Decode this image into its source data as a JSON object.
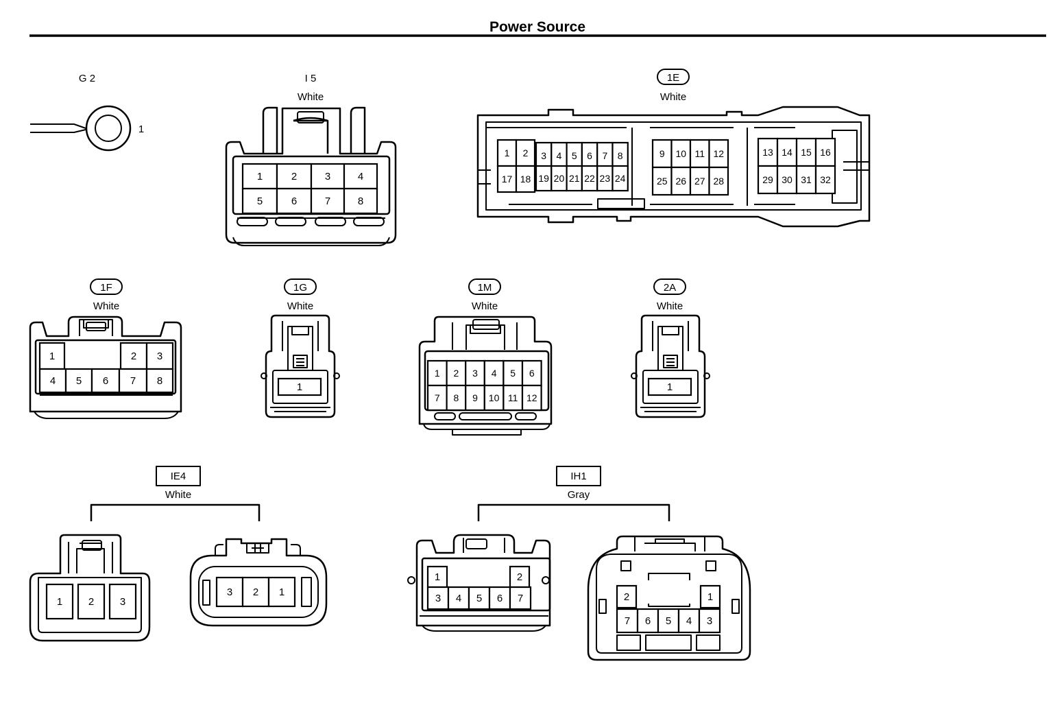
{
  "header": {
    "title": "Power Source"
  },
  "connectors": {
    "g2": {
      "code": "G 2",
      "pin_label": "1"
    },
    "i5": {
      "code": "I 5",
      "color": "White",
      "pins": [
        "1",
        "2",
        "3",
        "4",
        "5",
        "6",
        "7",
        "8"
      ]
    },
    "c1e": {
      "code": "1E",
      "color": "White",
      "pins": [
        "1",
        "2",
        "3",
        "4",
        "5",
        "6",
        "7",
        "8",
        "9",
        "10",
        "11",
        "12",
        "13",
        "14",
        "15",
        "16",
        "17",
        "18",
        "19",
        "20",
        "21",
        "22",
        "23",
        "24",
        "25",
        "26",
        "27",
        "28",
        "29",
        "30",
        "31",
        "32"
      ]
    },
    "c1f": {
      "code": "1F",
      "color": "White",
      "pins": [
        "1",
        "2",
        "3",
        "4",
        "5",
        "6",
        "7",
        "8"
      ]
    },
    "c1g": {
      "code": "1G",
      "color": "White",
      "pins": [
        "1"
      ]
    },
    "c1m": {
      "code": "1M",
      "color": "White",
      "pins": [
        "1",
        "2",
        "3",
        "4",
        "5",
        "6",
        "7",
        "8",
        "9",
        "10",
        "11",
        "12"
      ]
    },
    "c2a": {
      "code": "2A",
      "color": "White",
      "pins": [
        "1"
      ]
    },
    "ie4": {
      "code": "IE4",
      "color": "White",
      "male_pins": [
        "1",
        "2",
        "3"
      ],
      "female_pins": [
        "3",
        "2",
        "1"
      ]
    },
    "ih1": {
      "code": "IH1",
      "color": "Gray",
      "male_pins": [
        "1",
        "2",
        "3",
        "4",
        "5",
        "6",
        "7"
      ],
      "female_pins": [
        "2",
        "1",
        "7",
        "6",
        "5",
        "4",
        "3"
      ]
    }
  }
}
